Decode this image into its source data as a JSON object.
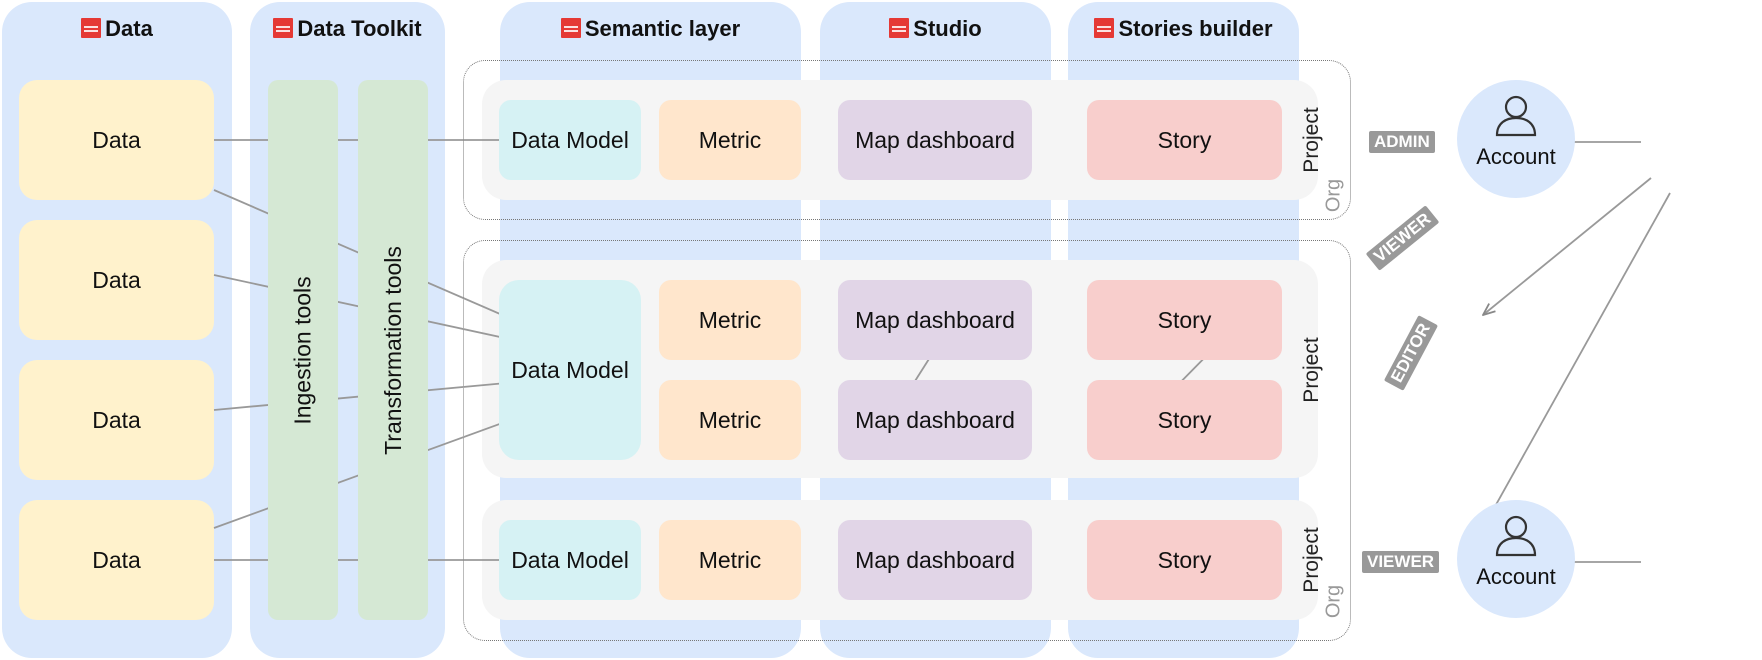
{
  "columns": {
    "data": "Data",
    "toolkit": "Data Toolkit",
    "semantic": "Semantic layer",
    "studio": "Studio",
    "stories": "Stories builder"
  },
  "data_boxes": [
    "Data",
    "Data",
    "Data",
    "Data"
  ],
  "tools": {
    "ingestion": "Ingestion tools",
    "transformation": "Transformation tools"
  },
  "projects": [
    {
      "label": "Project",
      "model": "Data Model",
      "metrics": [
        "Metric"
      ],
      "dashboards": [
        "Map dashboard"
      ],
      "stories": [
        "Story"
      ]
    },
    {
      "label": "Project",
      "model": "Data Model",
      "metrics": [
        "Metric",
        "Metric"
      ],
      "dashboards": [
        "Map dashboard",
        "Map dashboard"
      ],
      "stories": [
        "Story",
        "Story"
      ]
    },
    {
      "label": "Project",
      "model": "Data Model",
      "metrics": [
        "Metric"
      ],
      "dashboards": [
        "Map dashboard"
      ],
      "stories": [
        "Story"
      ]
    }
  ],
  "orgs": [
    "Org",
    "Org"
  ],
  "accounts": [
    {
      "label": "Account",
      "roles": [
        "ADMIN",
        "VIEWER",
        "EDITOR"
      ]
    },
    {
      "label": "Account",
      "roles": [
        "VIEWER"
      ]
    }
  ],
  "colors": {
    "column": "#dae8fc",
    "data": "#fff2cc",
    "tool": "#d5e8d4",
    "model": "#d6f2f4",
    "metric": "#ffe6cc",
    "dashboard": "#e1d5e7",
    "story": "#f8cecc",
    "project": "#f5f5f5",
    "logo": "#e53935",
    "badge": "#999999"
  },
  "icons": [
    "carto-logo-icon",
    "user-icon"
  ]
}
